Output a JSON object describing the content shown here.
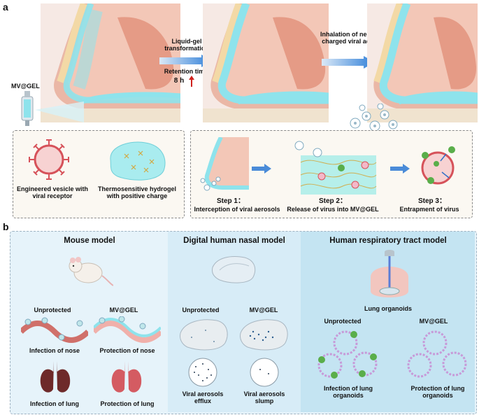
{
  "panel_a": {
    "letter": "a",
    "device_label": "MV@GEL",
    "arrow1_label": "Liquid-gel transformation",
    "retention_label": "Retention  time",
    "retention_value": "8 h",
    "arrow2_label": "Inhalation of negatively charged viral aerosols",
    "vesicle_label": "Engineered vesicle with viral receptor",
    "hydrogel_label": "Thermosensitive hydrogel with positive charge",
    "step1_title": "Step 1：",
    "step1_desc": "Interception of viral aerosols",
    "step2_title": "Step 2：",
    "step2_desc": "Release of virus into MV@GEL",
    "step3_title": "Step 3：",
    "step3_desc": "Entrapment of virus"
  },
  "panel_b": {
    "letter": "b",
    "mouse": {
      "title": "Mouse model",
      "unprotected": "Unprotected",
      "mvgel": "MV@GEL",
      "nose_infection": "Infection of nose",
      "nose_protection": "Protection of nose",
      "lung_infection": "Infection of lung",
      "lung_protection": "Protection of lung"
    },
    "digital": {
      "title": "Digital human nasal model",
      "unprotected": "Unprotected",
      "mvgel": "MV@GEL",
      "efflux": "Viral aerosols efflux",
      "slump": "Viral aerosols slump"
    },
    "respiratory": {
      "title": "Human respiratory tract model",
      "organoids": "Lung organoids",
      "unprotected": "Unprotected",
      "mvgel": "MV@GEL",
      "infection": "Infection of lung organoids",
      "protection": "Protection of lung organoids"
    }
  },
  "colors": {
    "gel": "#8ee3ec",
    "skin": "#e8a38e",
    "bone": "#f3d9a6",
    "panel_bg": "#e6f3fa",
    "virus": "#5aae4a"
  }
}
